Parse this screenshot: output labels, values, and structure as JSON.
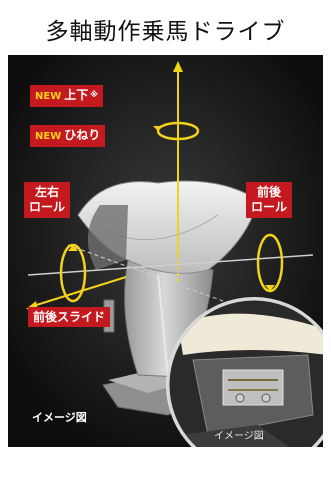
{
  "title": "多軸動作乗馬ドライブ",
  "labels": {
    "updown_new": "NEW",
    "updown_text": "上下",
    "updown_mark": "※",
    "twist_new": "NEW",
    "twist_text": "ひねり",
    "roll_left_line1": "左右",
    "roll_left_line2": "ロール",
    "roll_front_line1": "前後",
    "roll_front_line2": "ロール",
    "slide": "前後スライド"
  },
  "captions": {
    "main": "イメージ図",
    "inset": "イメージ図"
  },
  "colors": {
    "panel": "#0d0d0d",
    "label_bg": "#c41a1f",
    "new_text": "#ffd21a",
    "arrow": "#f2d21b"
  }
}
